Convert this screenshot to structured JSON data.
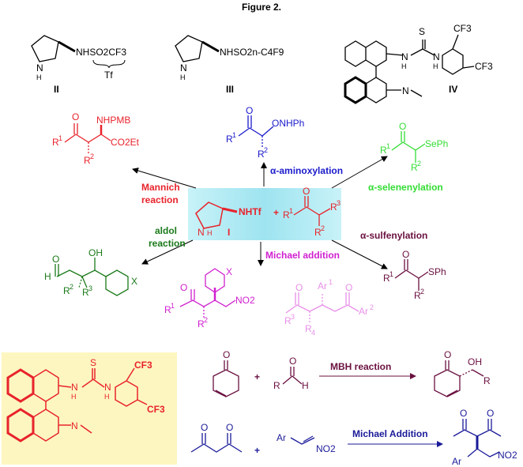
{
  "figure": {
    "title": "Figure 2."
  },
  "catalysts": {
    "II": {
      "label": "II",
      "formula": "NHSO2CF3",
      "tf": "Tf",
      "nh": "N",
      "h": "H"
    },
    "III": {
      "label": "III",
      "formula": "NHSO2n-C4F9",
      "nh": "N",
      "h": "H"
    },
    "IV": {
      "label": "IV",
      "s": "S",
      "nh1": "N",
      "nh2": "N",
      "h1": "H",
      "h2": "H",
      "cf3a": "CF3",
      "cf3b": "CF3",
      "nme": "N"
    }
  },
  "center": {
    "catalyst_label": "I",
    "nhtf": "NHTf",
    "plus": "+",
    "r1": "R",
    "r1sup": "1",
    "r2": "R",
    "r2sup": "2",
    "r3": "R",
    "r3sup": "3",
    "o": "O",
    "n": "N",
    "h": "H"
  },
  "reactions": {
    "mannich": {
      "line1": "Mannich",
      "line2": "reaction",
      "color": "#e8232b"
    },
    "aminoxylation": {
      "label": "α-aminoxylation",
      "color": "#1a1acc"
    },
    "selenenylation": {
      "label": "α-selenenylation",
      "color": "#33dd33"
    },
    "aldol": {
      "line1": "aldol",
      "line2": "reaction",
      "color": "#1a7a1a"
    },
    "sulfenylation": {
      "label": "α-sulfenylation",
      "color": "#6a1040"
    },
    "michael": {
      "label": "Michael addition",
      "color": "#d020d0"
    }
  },
  "products": {
    "mannich": {
      "o": "O",
      "r1": "R",
      "s1": "1",
      "r2": "R",
      "s2": "2",
      "nhpmb": "NHPMB",
      "co2et": "CO2Et"
    },
    "aminoxylation": {
      "o": "O",
      "r1": "R",
      "s1": "1",
      "r2": "R",
      "s2": "2",
      "onhph": "ONHPh"
    },
    "selenenylation": {
      "o": "O",
      "r1": "R",
      "s1": "1",
      "r2": "R",
      "s2": "2",
      "seph": "SePh"
    },
    "aldol": {
      "o": "O",
      "h": "H",
      "oh": "OH",
      "r2": "R",
      "s2": "2",
      "r3": "R",
      "s3": "3",
      "x": "X"
    },
    "michael": {
      "o": "O",
      "r1": "R",
      "s1": "1",
      "r2": "R",
      "s2": "2",
      "x": "X",
      "no2": "NO2"
    },
    "michael2": {
      "o1": "O",
      "o2": "O",
      "ar1": "Ar",
      "ar1s": "1",
      "ar2": "Ar",
      "ar2s": "2",
      "r3": "R",
      "r3s": "3",
      "r4": "R",
      "r4s": "4"
    },
    "sulfenylation": {
      "o": "O",
      "r1": "R",
      "s1": "1",
      "r2": "R",
      "s2": "2",
      "sph": "SPh"
    }
  },
  "bottom": {
    "catalyst": {
      "s": "S",
      "n1": "N",
      "n2": "N",
      "h1": "H",
      "h2": "H",
      "cf3a": "CF3",
      "cf3b": "CF3",
      "nme": "N"
    },
    "mbh": {
      "o1": "O",
      "plus": "+",
      "r": "R",
      "o2": "O",
      "h": "H",
      "arrow_label": "MBH reaction",
      "po": "O",
      "poh": "OH",
      "pr": "R"
    },
    "michael_add": {
      "o1": "O",
      "o2": "O",
      "plus": "+",
      "ar": "Ar",
      "no2": "NO2",
      "arrow_label": "Michael Addition",
      "po1": "O",
      "po2": "O",
      "par": "Ar",
      "pno2": "NO2"
    }
  },
  "colors": {
    "black": "#000000",
    "red": "#e8232b",
    "blue": "#1a1acc",
    "green": "#33dd33",
    "darkgreen": "#1a7a1a",
    "maroon": "#6a1040",
    "magenta": "#d020d0",
    "pink": "#e890e8",
    "navy": "#1a1a99",
    "box": "#aee8f0",
    "yellowbox": "#fdf6c0"
  }
}
